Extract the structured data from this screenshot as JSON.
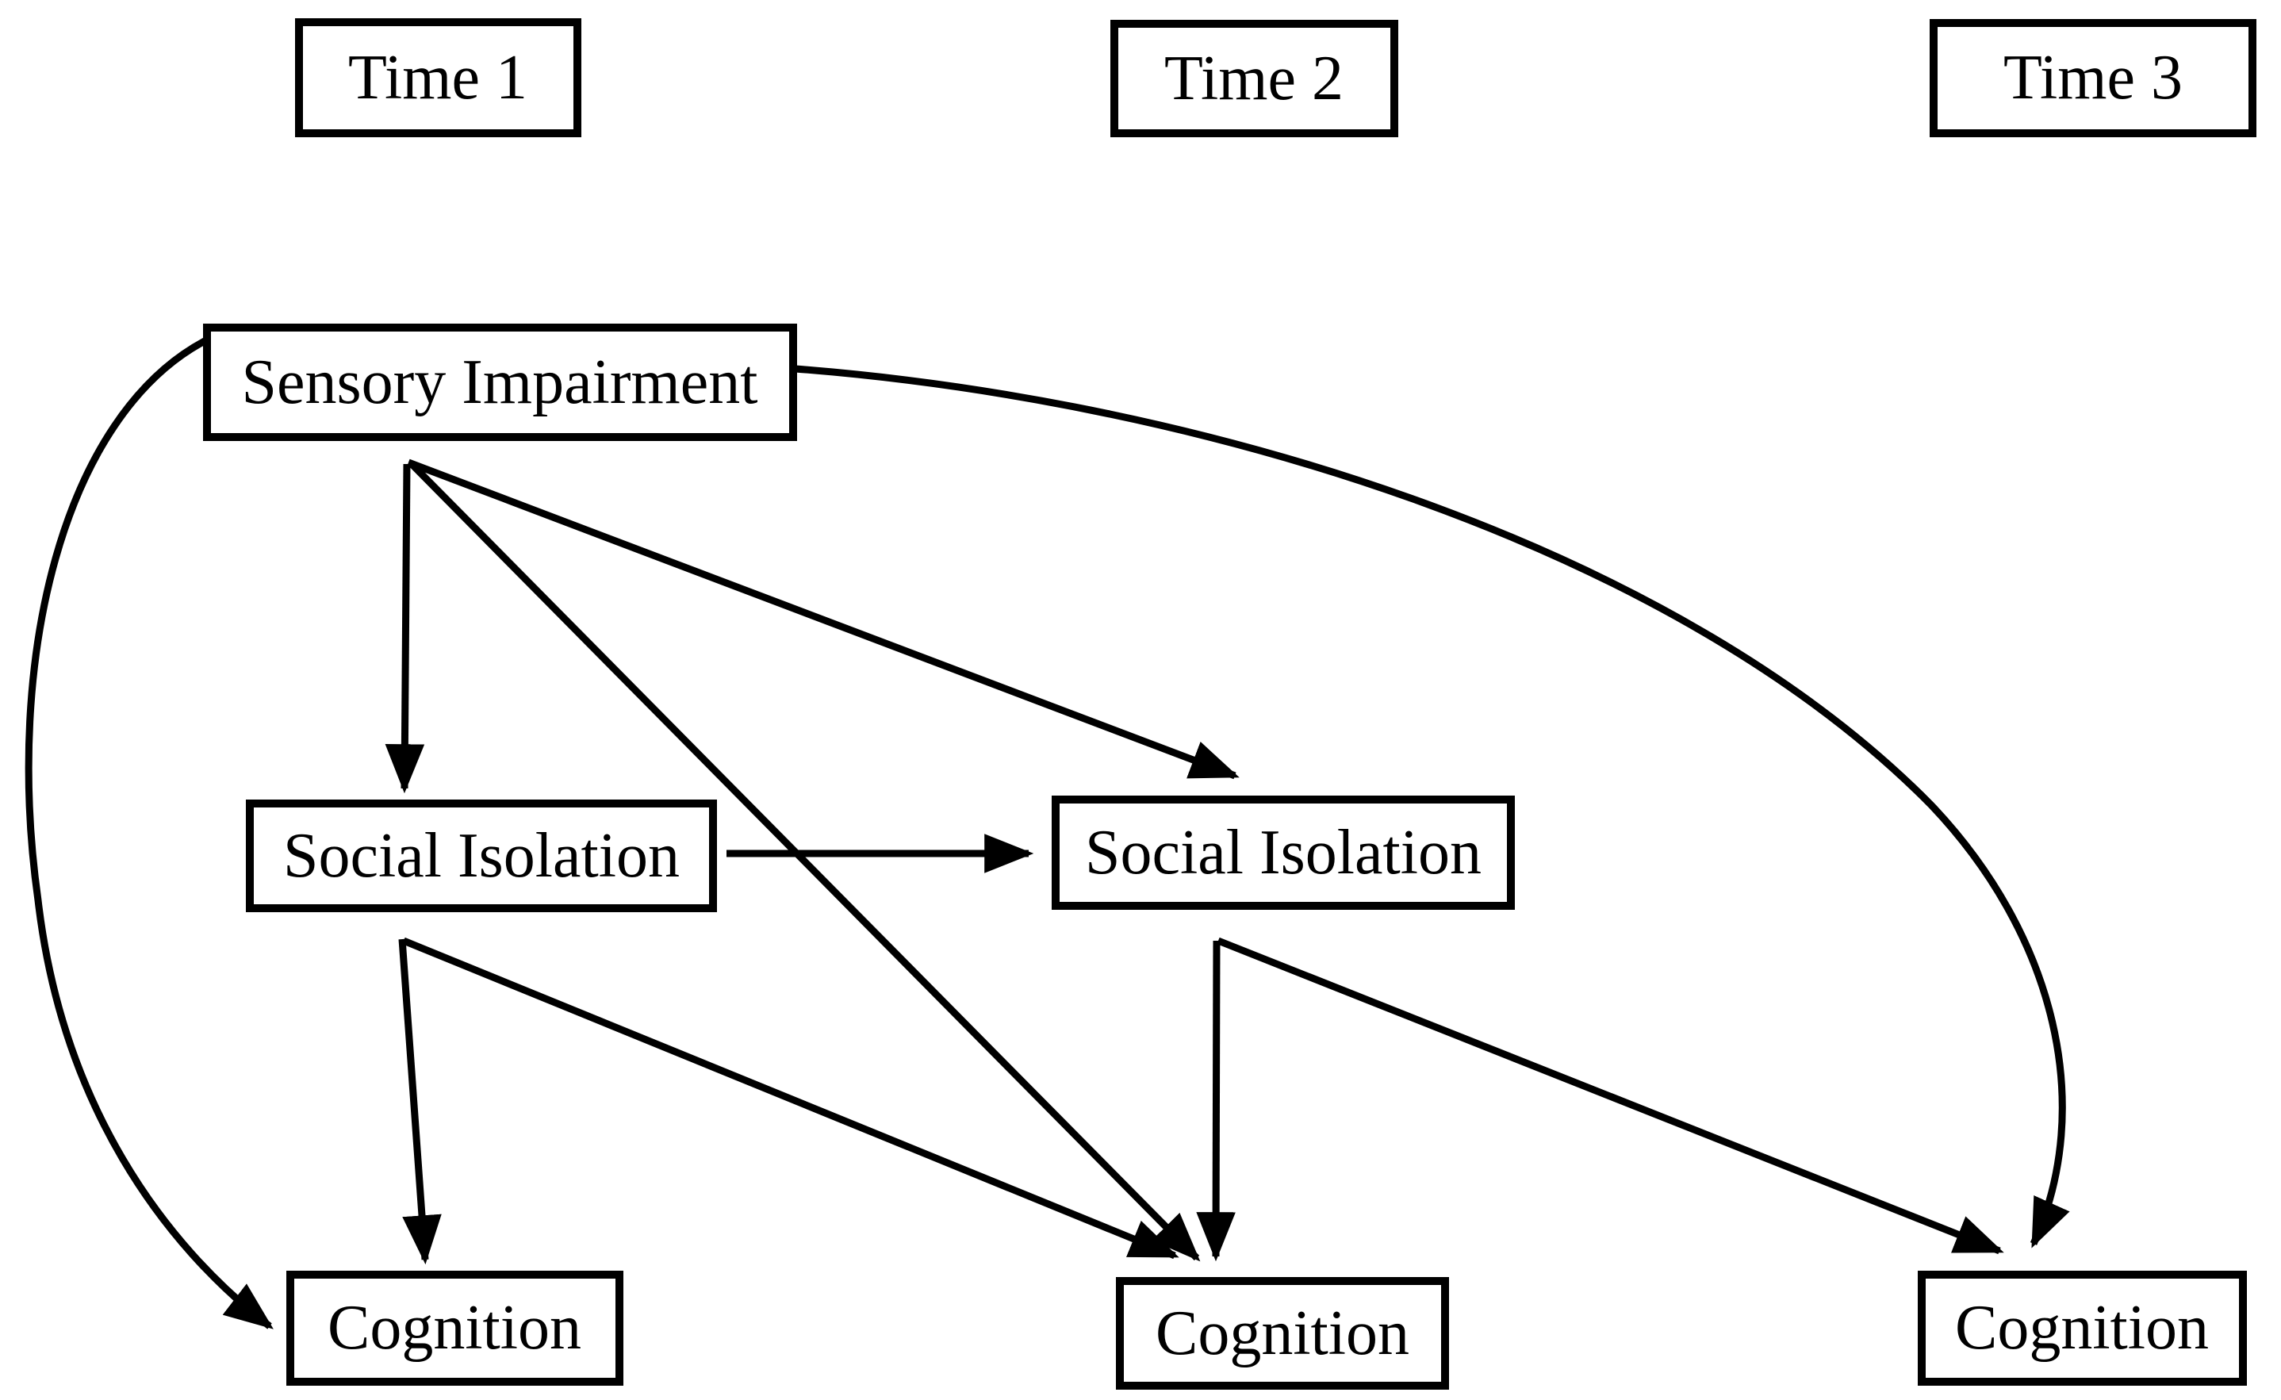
{
  "columns": {
    "time1": "Time 1",
    "time2": "Time 2",
    "time3": "Time 3"
  },
  "boxes": {
    "sensory_impairment_t1": "Sensory Impairment",
    "social_isolation_t1": "Social Isolation",
    "social_isolation_t2": "Social Isolation",
    "cognition_t1": "Cognition",
    "cognition_t2": "Cognition",
    "cognition_t3": "Cognition"
  },
  "edges": [
    {
      "from": "sensory_impairment_t1",
      "to": "social_isolation_t1",
      "style": "straight"
    },
    {
      "from": "sensory_impairment_t1",
      "to": "social_isolation_t2",
      "style": "straight"
    },
    {
      "from": "sensory_impairment_t1",
      "to": "cognition_t1",
      "style": "curved-left"
    },
    {
      "from": "sensory_impairment_t1",
      "to": "cognition_t2",
      "style": "straight"
    },
    {
      "from": "sensory_impairment_t1",
      "to": "cognition_t3",
      "style": "curved-right"
    },
    {
      "from": "social_isolation_t1",
      "to": "social_isolation_t2",
      "style": "straight"
    },
    {
      "from": "social_isolation_t1",
      "to": "cognition_t1",
      "style": "straight"
    },
    {
      "from": "social_isolation_t1",
      "to": "cognition_t2",
      "style": "straight"
    },
    {
      "from": "social_isolation_t2",
      "to": "cognition_t2",
      "style": "straight"
    },
    {
      "from": "social_isolation_t2",
      "to": "cognition_t3",
      "style": "straight"
    }
  ],
  "colors": {
    "line": "#000000",
    "box_border": "#000000",
    "box_fill": "#ffffff",
    "text": "#000000",
    "background": "#ffffff"
  }
}
